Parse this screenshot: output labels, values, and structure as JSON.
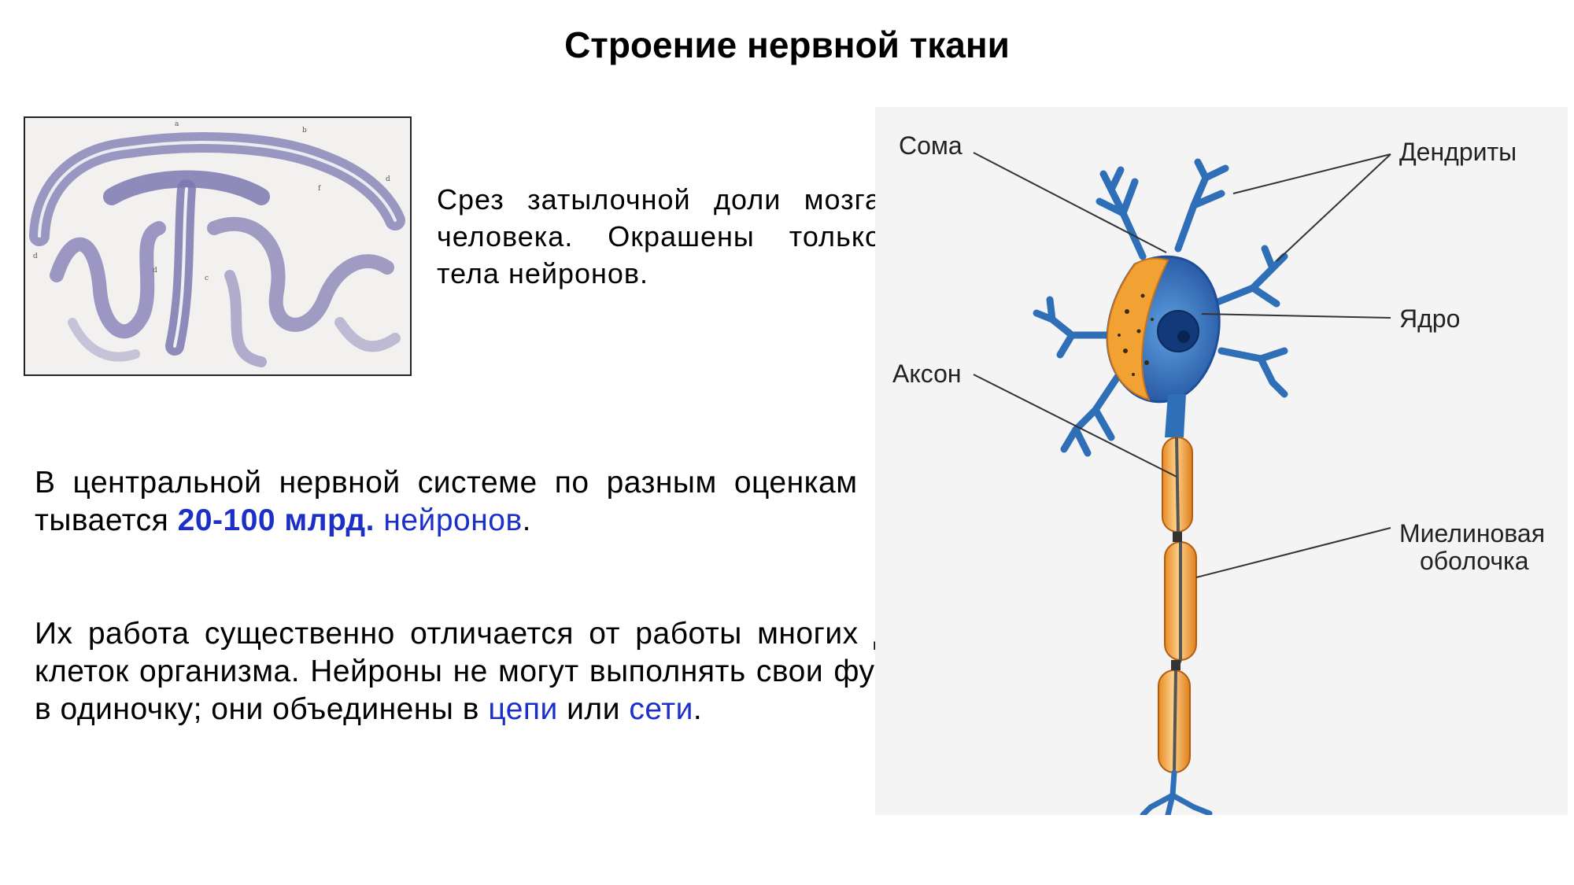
{
  "title": "Строение нервной ткани",
  "brain_caption": "Срез затылочной доли мозга человека. Окрашены только тела нейронов.",
  "brain_figure": {
    "letters": [
      "a",
      "b",
      "d",
      "d",
      "f",
      "d",
      "c"
    ]
  },
  "paragraph1": {
    "text_before": "В центральной нервной системе по разным оценкам насчи-тывается ",
    "highlight": "20-100 млрд.",
    "space": " ",
    "link": "нейронов",
    "text_after": "."
  },
  "paragraph2": {
    "text_before": "Их работа существенно отличается от работы многих других клеток организма. Нейроны не могут выполнять свои функ-ции в одиночку; они объединены в ",
    "link1": "цепи",
    "middle": " или ",
    "link2": "сети",
    "text_after": "."
  },
  "neuron_labels": {
    "soma": "Сома",
    "dendrites": "Дендриты",
    "nucleus": "Ядро",
    "axon": "Аксон",
    "myelin_line1": "Миелиновая",
    "myelin_line2": "оболочка"
  },
  "colors": {
    "highlight_blue": "#1c2fc7",
    "neuron_blue": "#2f6fb8",
    "myelin_orange": "#f3a33c",
    "soma_orange": "#f2a233"
  }
}
